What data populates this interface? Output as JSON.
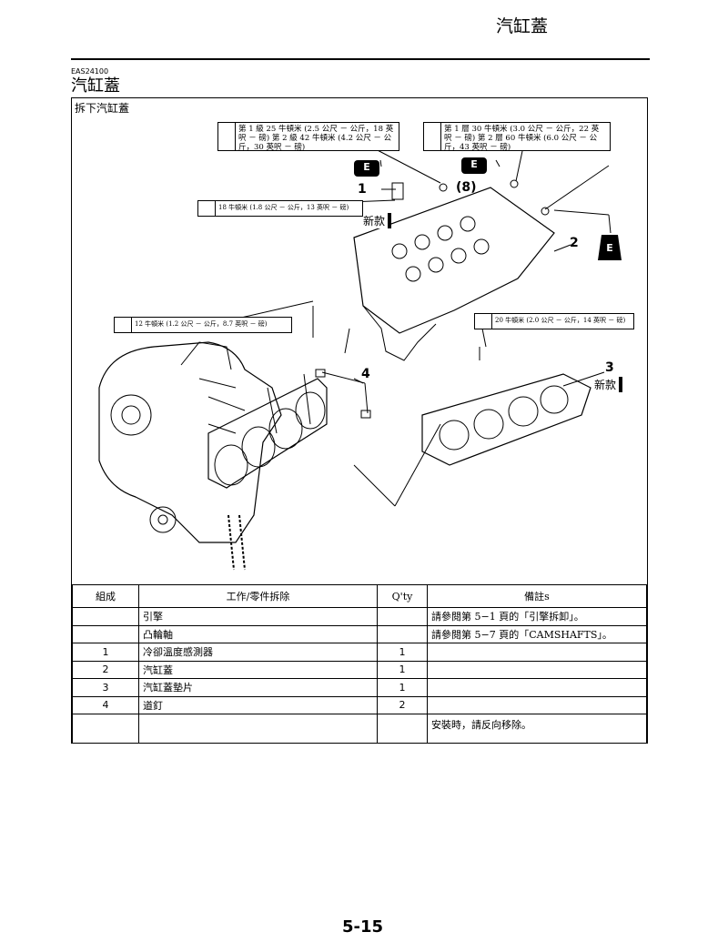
{
  "header": {
    "title": "汽缸蓋"
  },
  "section": {
    "code": "EAS24100",
    "title": "汽缸蓋"
  },
  "subsection": {
    "title": "拆下汽缸蓋"
  },
  "callouts": {
    "torque_top_left": "第 1 級 25 牛頓米 (2.5 公尺 － 公斤，18 英呎 － 磅) 第 2 級 42 牛頓米 (4.2 公尺 － 公斤，30 英呎 － 磅)",
    "torque_top_right": "第 1 層 30 牛頓米 (3.0 公尺 － 公斤，22 英呎 － 磅) 第 2 層 60 牛頓米 (6.0 公尺 － 公斤，43 英呎 － 磅)",
    "torque_sensor": "18 牛頓米 (1.8 公尺 － 公斤，13 英呎 － 磅)",
    "torque_stud": "12 牛頓米 (1.2 公尺 － 公斤，8.7 英呎 － 磅)",
    "torque_bolt": "20 牛頓米 (2.0 公尺 － 公斤，14 英呎 － 磅)",
    "new_label": "新款",
    "oil_symbol": "E",
    "num1": "1",
    "num8": "(8)",
    "num2": "2",
    "num3": "3",
    "num4": "4"
  },
  "table": {
    "headers": [
      "組成",
      "工作/零件拆除",
      "Q'ty",
      "備註s"
    ],
    "rows": [
      {
        "order": "",
        "part": "引擎",
        "qty": "",
        "remarks": "請參閱第 5−1 頁的「引擎拆卸」。"
      },
      {
        "order": "",
        "part": "凸輪軸",
        "qty": "",
        "remarks": "請參閱第 5−7 頁的「CAMSHAFTS」。"
      },
      {
        "order": "1",
        "part": "冷卻溫度感測器",
        "qty": "1",
        "remarks": ""
      },
      {
        "order": "2",
        "part": "汽缸蓋",
        "qty": "1",
        "remarks": ""
      },
      {
        "order": "3",
        "part": "汽缸蓋墊片",
        "qty": "1",
        "remarks": ""
      },
      {
        "order": "4",
        "part": "道釘",
        "qty": "2",
        "remarks": ""
      },
      {
        "order": "",
        "part": "",
        "qty": "",
        "remarks": "安裝時，請反向移除。"
      }
    ]
  },
  "page_number": "5-15"
}
